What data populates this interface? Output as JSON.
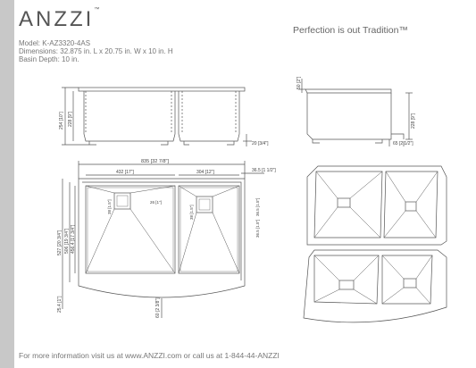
{
  "brand": {
    "logo_text": "ANZZI",
    "logo_mark": "™"
  },
  "tagline": "Perfection is out Tradition™",
  "specs": {
    "model": "Model: K-AZ3320-4AS",
    "dimensions": "Dimensions: 32.875 in. L x 20.75 in. W x 10 in. H",
    "basin_depth": "Basin Depth: 10 in."
  },
  "front_view": {
    "height_outer": "254 [10\"]",
    "height_inner": "228 [9\"]",
    "lip": "20 [3/4\"]"
  },
  "side_view": {
    "top": "50 [2\"]",
    "height": "228 [9\"]",
    "bottom": "65 [2 1/2\"]"
  },
  "top_view": {
    "overall_width": "835 [32 7/8\"]",
    "left_bowl": "432 [17\"]",
    "right_bowl": "304 [12\"]",
    "right_margin": "36.5 [1 1/2\"]",
    "overall_depth": "527 [20 3/4\"]",
    "depth_2": "506 [19 3/4\"]",
    "depth_3": "456.4 [17 3/4\"]",
    "apron": "25.4 [1\"]",
    "bottom": "60 [2 3/8\"]",
    "drain_left_a": "38 [1.5\"]",
    "drain_left_b": "26 [1\"]",
    "drain_right_a": "38 [1.5\"]",
    "drain_right_b": "36.5 [1.5\"]",
    "drain_right_c": "36.5 [1.5\"]"
  },
  "footer": "For more information visit us at www.ANZZI.com or call us at 1-844-44-ANZZI"
}
